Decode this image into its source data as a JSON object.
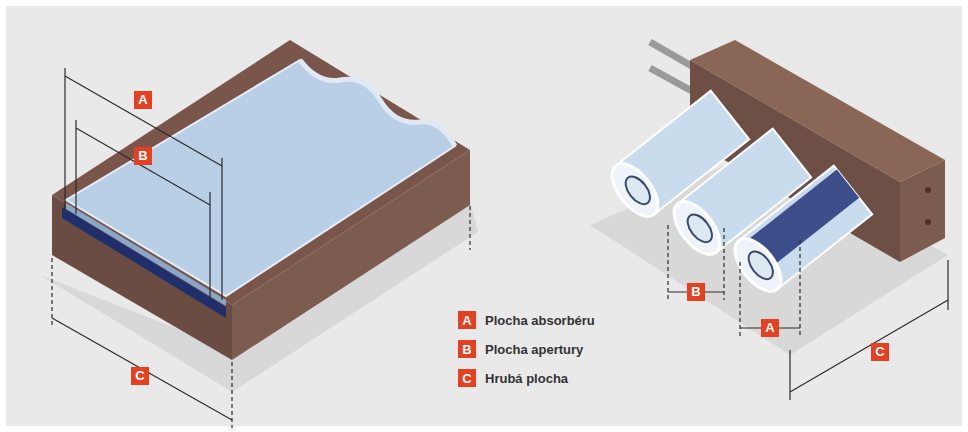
{
  "diagram": {
    "labels": [
      "A",
      "B",
      "C",
      "B",
      "A",
      "C",
      "A",
      "B",
      "C"
    ],
    "legend": [
      {
        "text": "Plocha absorbéru",
        "color": "#e5401f"
      },
      {
        "text": "Plocha apertury",
        "color": "#e5401f"
      },
      {
        "text": "Hrubá plocha",
        "color": "#e5401f"
      }
    ]
  }
}
